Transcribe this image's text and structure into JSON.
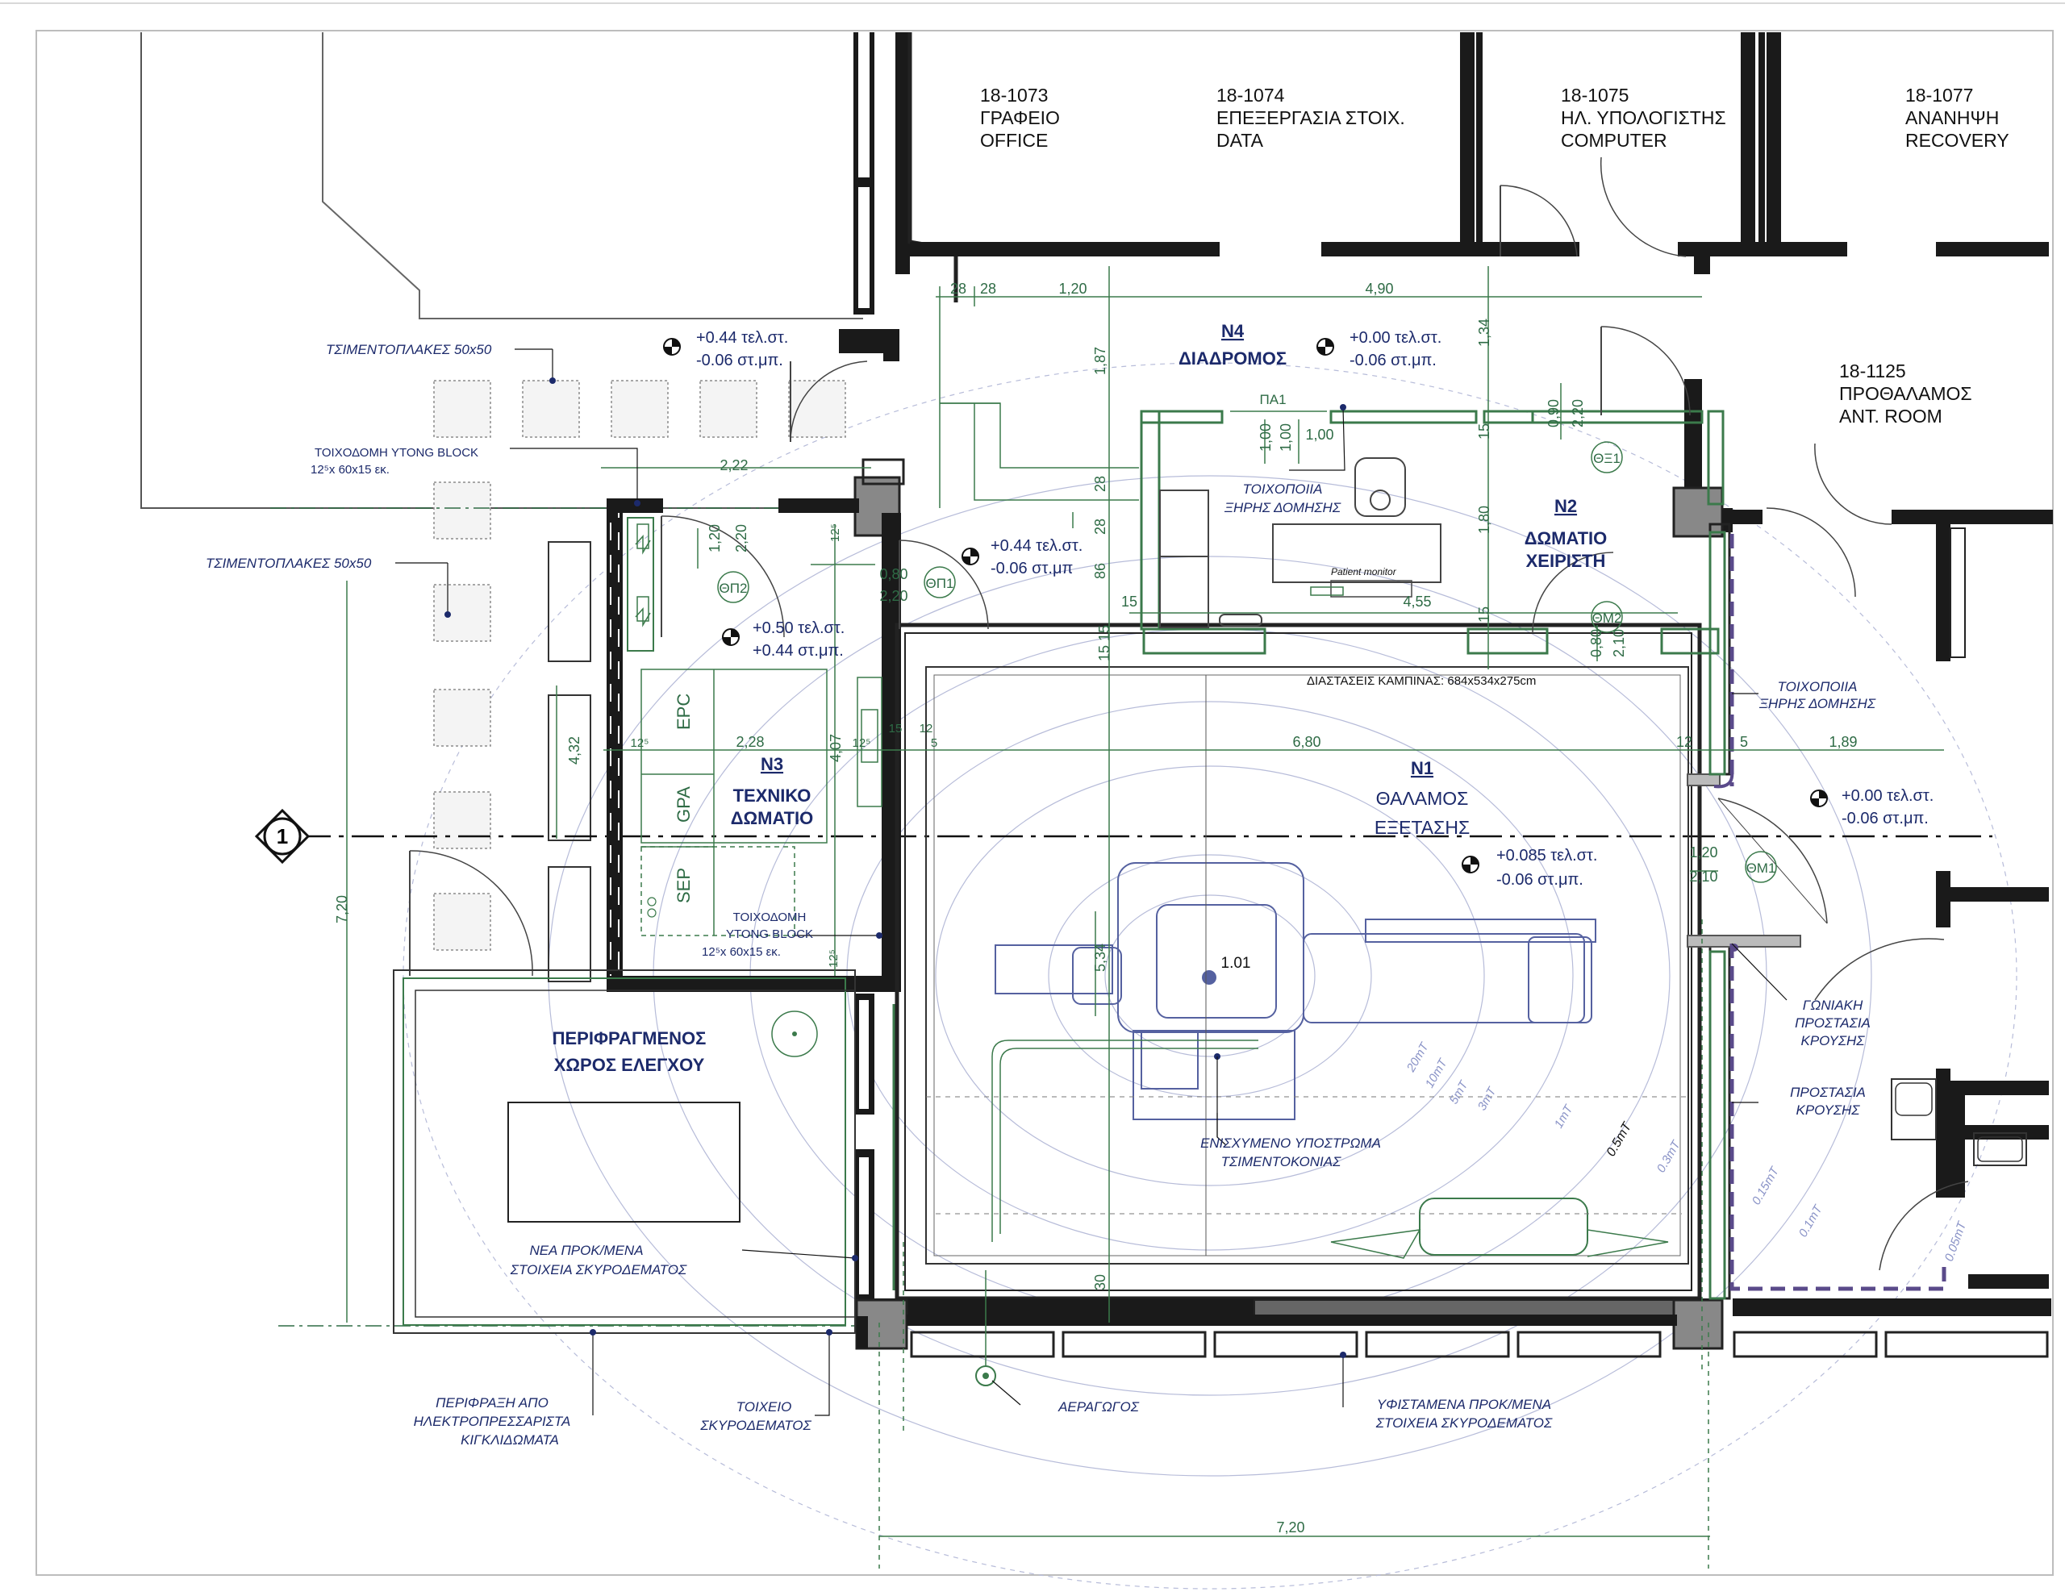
{
  "rooms": {
    "office": {
      "number": "18-1073",
      "name_gr": "ΓΡΑΦΕΙΟ",
      "name_en": "OFFICE"
    },
    "data": {
      "number": "18-1074",
      "name_gr": "ΕΠΕΞΕΡΓΑΣΙΑ ΣΤΟΙΧ.",
      "name_en": "DATA"
    },
    "computer": {
      "number": "18-1075",
      "name_gr": "ΗΛ. ΥΠΟΛΟΓΙΣΤΗΣ",
      "name_en": "COMPUTER"
    },
    "recovery": {
      "number": "18-1077",
      "name_gr": "ΑΝΑΝΗΨΗ",
      "name_en": "RECOVERY"
    },
    "anteroom": {
      "number": "18-1125",
      "name_gr": "ΠΡΟΘΑΛΑΜΟΣ",
      "name_en": "ANT. ROOM"
    }
  },
  "zones": {
    "n1": {
      "code": "N1",
      "line1": "ΘΑΛΑΜΟΣ",
      "line2": "ΕΞΕΤΑΣΗΣ"
    },
    "n2": {
      "code": "N2",
      "line1": "ΔΩΜΑΤΙΟ",
      "line2": "ΧΕΙΡΙΣΤΗ"
    },
    "n3": {
      "code": "N3",
      "line1": "ΤΕΧΝΙΚΟ",
      "line2": "ΔΩΜΑΤΙΟ"
    },
    "n4": {
      "code": "N4",
      "line1": "ΔΙΑΔΡΟΜΟΣ"
    },
    "yard": {
      "line1": "ΠΕΡΙΦΡΑΓΜΕΝΟΣ",
      "line2": "ΧΩΡΟΣ ΕΛΕΓΧΟΥ"
    }
  },
  "levels": {
    "outside": {
      "a": "+0.44 τελ.στ.",
      "b": "-0.06 στ.μπ."
    },
    "n4": {
      "a": "+0.00 τελ.στ.",
      "b": "-0.06 στ.μπ."
    },
    "corridor": {
      "a": "+0.44 τελ.στ.",
      "b": "-0.06 στ.μπ"
    },
    "n3": {
      "a": "+0.50 τελ.στ.",
      "b": "+0.44 στ.μπ."
    },
    "n1": {
      "a": "+0.085 τελ.στ.",
      "b": "-0.06   στ.μπ."
    },
    "anteroom": {
      "a": "+0.00 τελ.στ.",
      "b": "-0.06 στ.μπ."
    }
  },
  "notes": {
    "tiles1": "ΤΣΙΜΕΝΤΟΠΛΑΚΕΣ 50x50",
    "tiles2": "ΤΣΙΜΕΝΤΟΠΛΑΚΕΣ 50x50",
    "ytong_a1": "ΤΟΙΧΟΔΟΜΗ  YTONG BLOCK",
    "ytong_a2": "12⁵x 60x15 εκ.",
    "ytong_b1": "ΤΟΙΧΟΔΟΜΗ",
    "ytong_b2": "YTONG BLOCK",
    "ytong_b3": "12⁵x 60x15 εκ.",
    "drywall_a1": "ΤΟΙΧΟΠΟΙΙΑ",
    "drywall_a2": "ΞΗΡΗΣ ΔΟΜΗΣΗΣ",
    "drywall_b1": "ΤΟΙΧΟΠΟΙΙΑ",
    "drywall_b2": "ΞΗΡΗΣ ΔΟΜΗΣΗΣ",
    "corner1": "ΓΩΝΙΑΚΗ",
    "corner2": "ΠΡΟΣΤΑΣΙΑ",
    "corner3": "ΚΡΟΥΣΗΣ",
    "impact1": "ΠΡΟΣΤΑΣΙΑ",
    "impact2": "ΚΡΟΥΣΗΣ",
    "screed1": "ΕΝΙΣΧΥΜΕΝΟ ΥΠΟΣΤΡΩΜΑ",
    "screed2": "ΤΣΙΜΕΝΤΟΚΟΝΙΑΣ",
    "precast1": "ΝΕΑ ΠΡΟΚ/ΜΕΝΑ",
    "precast2": "ΣΤΟΙΧΕΙΑ ΣΚΥΡΟΔΕΜΑΤΟΣ",
    "fence1": "ΠΕΡΙΦΡΑΞΗ ΑΠΟ",
    "fence2": "ΗΛΕΚΤΡΟΠΡΕΣΣΑΡΙΣΤΑ",
    "fence3": "ΚΙΓΚΛΙΔΩΜΑΤΑ",
    "cwall1": "ΤΟΙΧΕΙΟ",
    "cwall2": "ΣΚΥΡΟΔΕΜΑΤΟΣ",
    "duct": "ΑΕΡΑΓΩΓΟΣ",
    "existing1": "ΥΦΙΣΤΑΜΕΝΑ ΠΡΟΚ/ΜΕΝΑ",
    "existing2": "ΣΤΟΙΧΕΙΑ ΣΚΥΡΟΔΕΜΑΤΟΣ",
    "cabin": "ΔΙΑΣΤΑΣΕΙΣ ΚΑΜΠΙΝΑΣ:  684x534x275cm",
    "patient_monitor": "Patient monitor",
    "scanner_id": "1.01"
  },
  "dims": {
    "d28a": "28",
    "d28b": "28",
    "d120": "1,20",
    "d490": "4,90",
    "d134": "1,34",
    "d187": "1,87",
    "d28c": "28",
    "d28d": "28",
    "d86": "86",
    "d15a": "15",
    "d180": "1,80",
    "d15b": "15",
    "d15c": "15",
    "d455": "4,55",
    "d15d": "15",
    "d15e": "15",
    "d222": "2,22",
    "d120b": "1,20",
    "d220b": "2,20",
    "d125a": "12⁵",
    "d080": "0,80",
    "d220c": "2,20",
    "d432": "4,32",
    "d125b": "12⁵",
    "d228": "2,28",
    "d407": "4,07",
    "d125c": "12⁵",
    "d15f": "15",
    "d12a": "12",
    "d5a": "5",
    "d680": "6,80",
    "d12b": "12",
    "d5b": "5",
    "d189": "1,89",
    "d720v": "7,20",
    "d534": "5,34",
    "d125d": "12⁵",
    "d30": "30",
    "d100a": "1,00",
    "d100b": "1,00",
    "d100c": "1,00",
    "d090": "0,90",
    "d220d": "2,20",
    "d080b": "0,80",
    "d210": "2,10",
    "d120c": "1,20",
    "d210b": "2,10",
    "d720h": "7,20"
  },
  "doors": {
    "pa1": "ΠΑ1",
    "thp2": "ΘΠ2",
    "thp1": "ΘΠ1",
    "thx1": "ΘΞ1",
    "thm2": "ΘΜ2",
    "thm1": "ΘΜ1"
  },
  "equipment": {
    "epc": "EPC",
    "gpa": "GPA",
    "sep": "SEP"
  },
  "gridline": {
    "label": "1"
  },
  "field_lines": {
    "m20": "20mT",
    "m10": "10mT",
    "m5": "5mT",
    "m3": "3mT",
    "m1": "1mT",
    "m05": "0.5mT",
    "m03": "0.3mT",
    "m015": "0.15mT",
    "m01": "0.1mT",
    "m005": "0.05mT"
  }
}
